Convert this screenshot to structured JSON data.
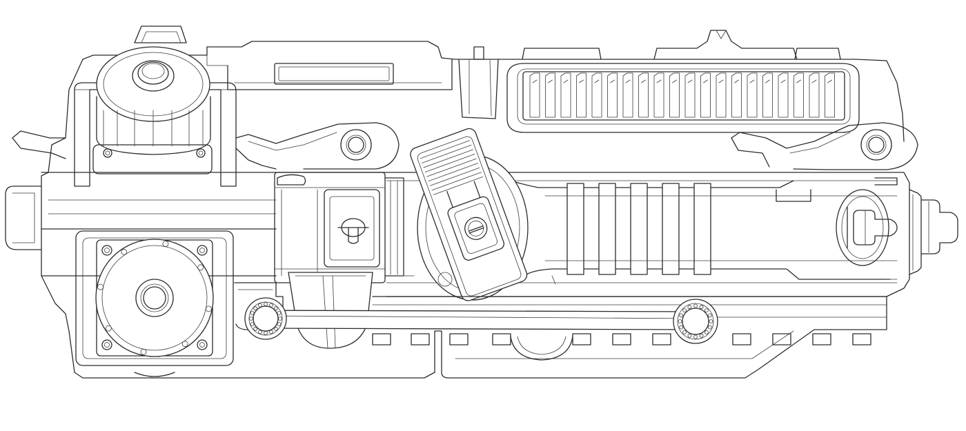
{
  "colors": {
    "background": "#ffffff",
    "line": "#2a2a2a"
  },
  "drawing": {
    "kind": "mechanical line drawing"
  },
  "components": {
    "knobs": [
      "top-left-rotary-knob",
      "bottom-left-rotary-knob"
    ],
    "levers": [
      "left-cam-lever",
      "right-cam-lever",
      "center-tilted-lever"
    ],
    "bearings": [
      "left-bearing",
      "right-bearing",
      "bottom-center-bearing"
    ]
  }
}
